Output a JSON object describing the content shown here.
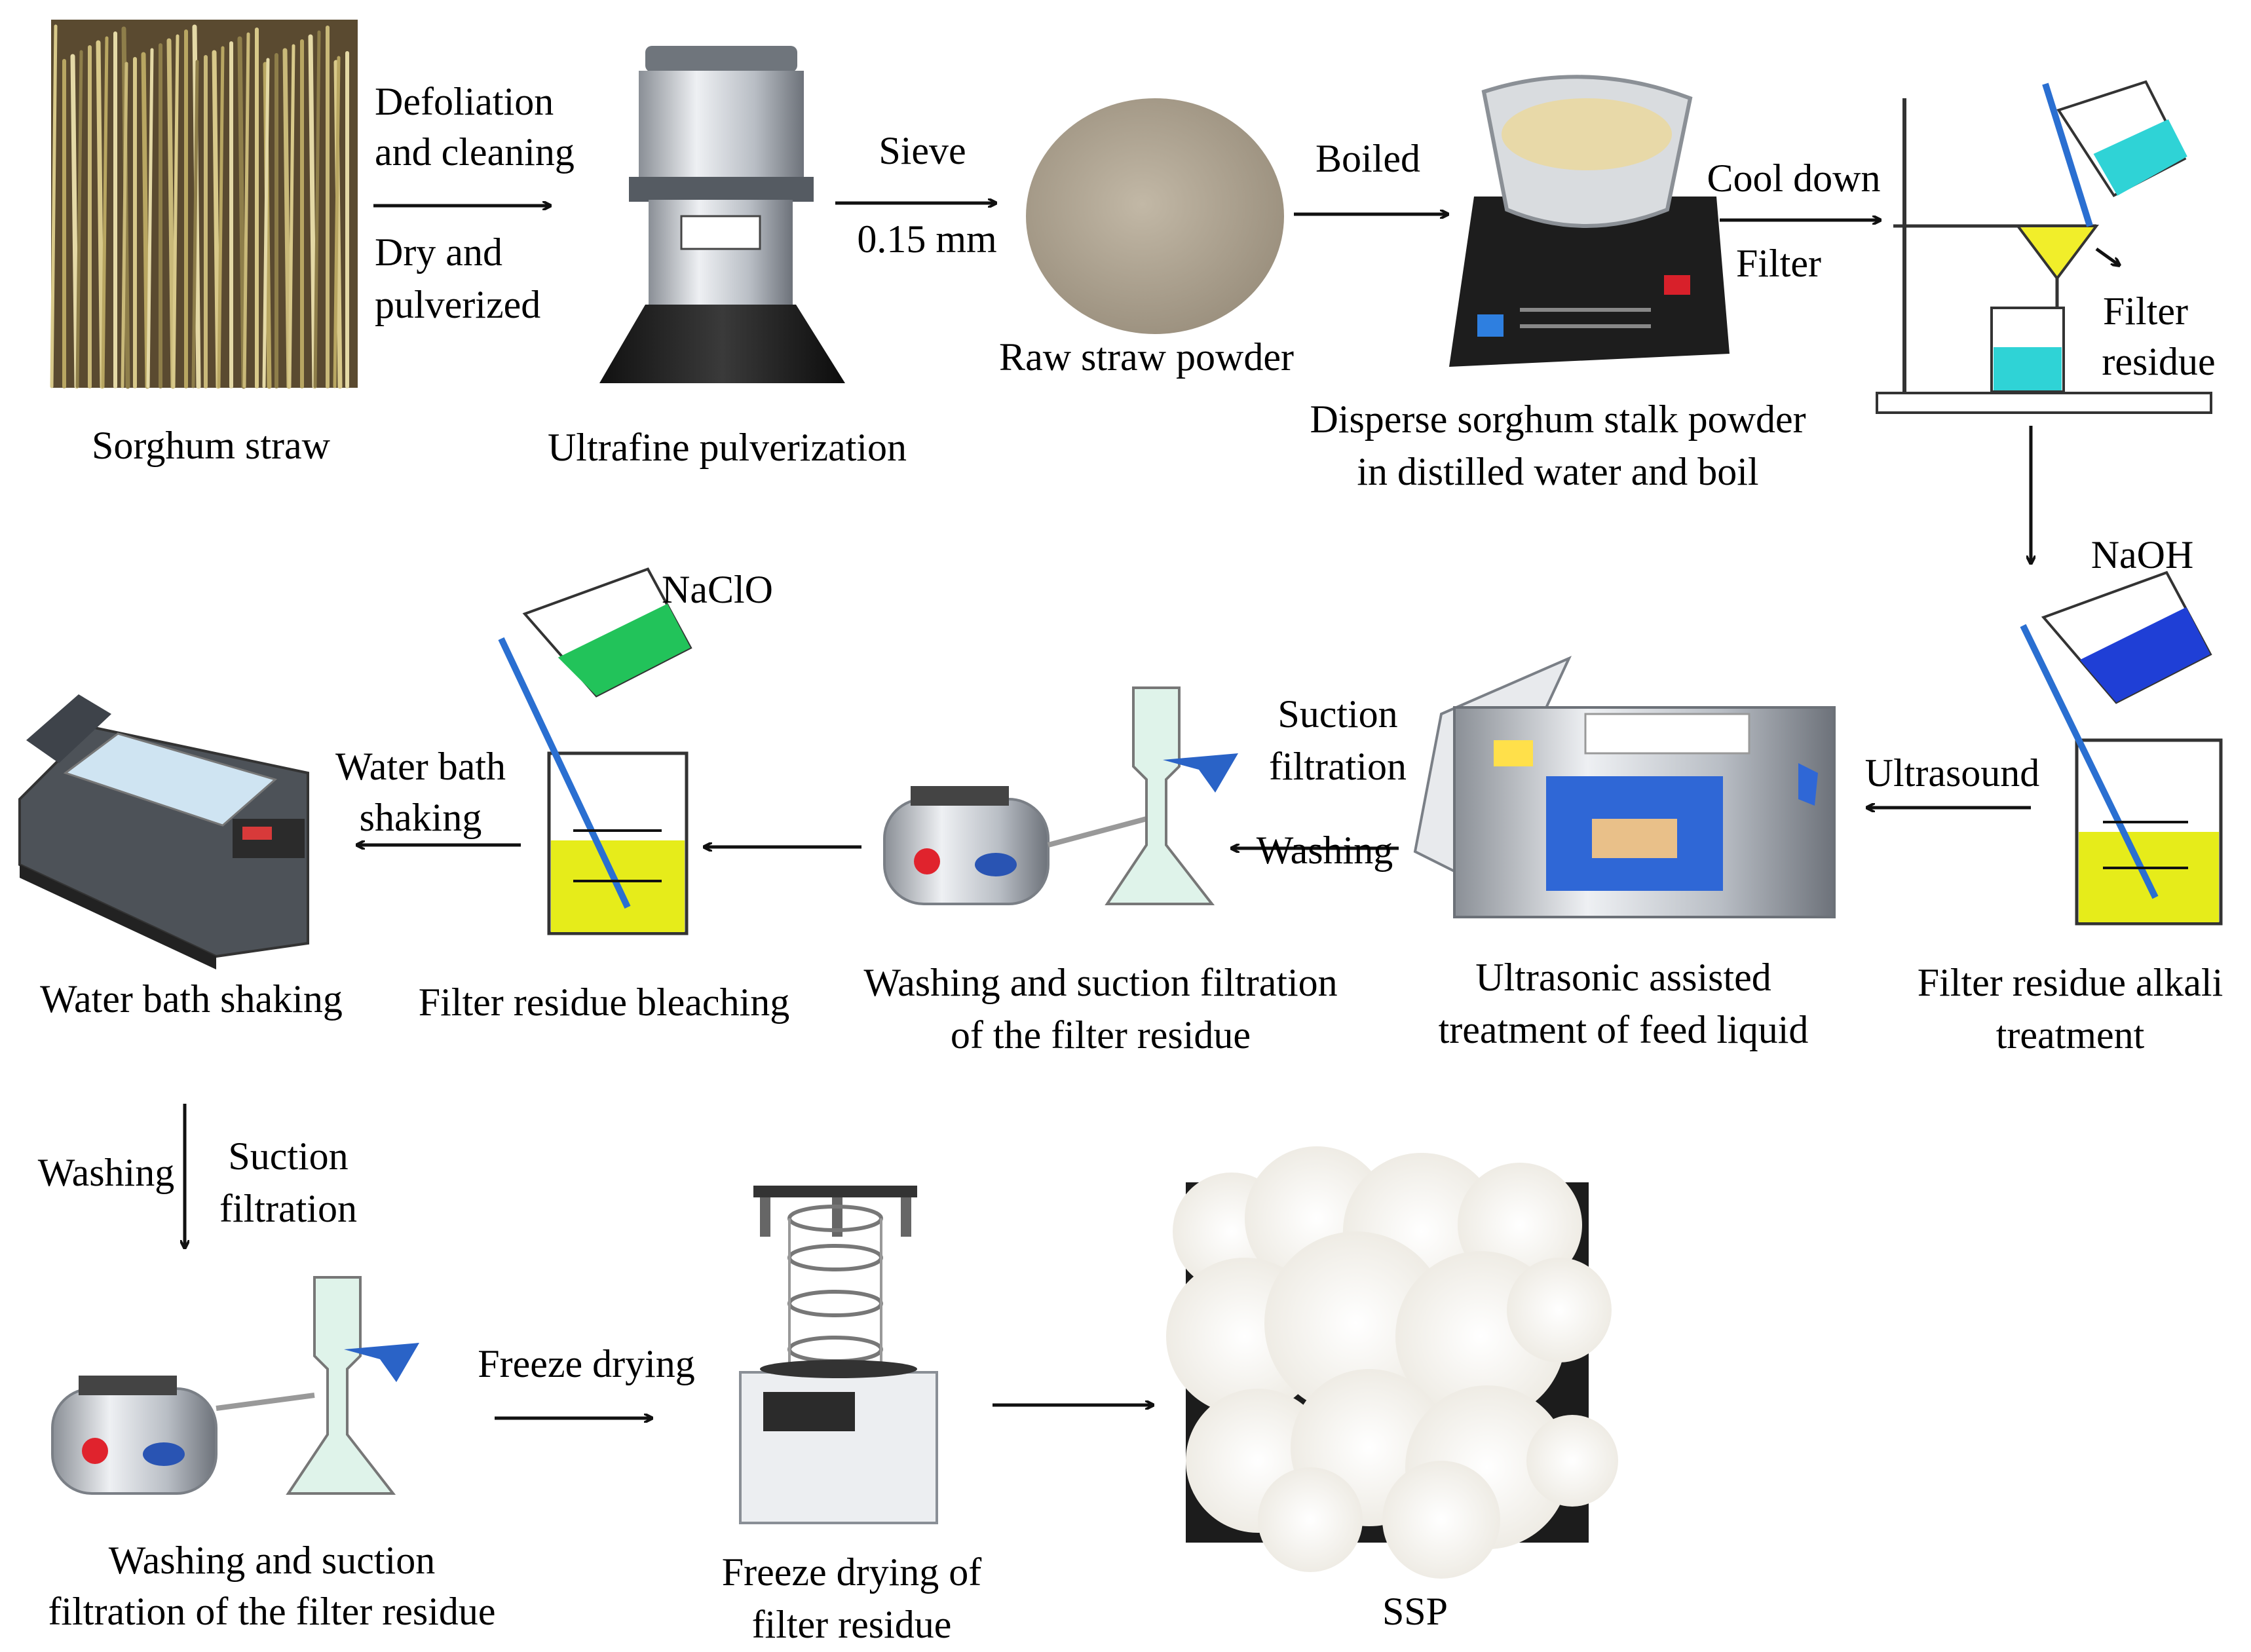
{
  "stage_captions": {
    "sorghum_straw": "Sorghum straw",
    "ultrafine_pulverization": "Ultrafine pulverization",
    "raw_straw_powder": "Raw straw powder",
    "disperse_l1": "Disperse sorghum stalk powder",
    "disperse_l2": "in distilled water and boil",
    "filter_residue_top_l1": "Filter",
    "filter_residue_top_l2": "residue",
    "alkali_l1": "Filter residue alkali",
    "alkali_l2": "treatment",
    "ultrasonic_l1": "Ultrasonic assisted",
    "ultrasonic_l2": "treatment of feed liquid",
    "wash1_l1": "Washing and suction filtration",
    "wash1_l2": "of the filter residue",
    "bleach": "Filter residue bleaching",
    "water_bath": "Water bath shaking",
    "wash2_l1": "Washing and suction",
    "wash2_l2": "filtration of the filter residue",
    "freeze_l1": "Freeze drying of",
    "freeze_l2": "filter residue",
    "ssp": "SSP"
  },
  "arrow_labels": {
    "defoliation_l1": "Defoliation",
    "defoliation_l2": "and cleaning",
    "dry_l1": "Dry and",
    "dry_l2": "pulverized",
    "sieve": "Sieve",
    "sieve_size": "0.15 mm",
    "boiled": "Boiled",
    "cool_down": "Cool down",
    "filter": "Filter",
    "naoh": "NaOH",
    "ultrasound": "Ultrasound",
    "suction_l1": "Suction",
    "suction_l2": "filtration",
    "washing": "Washing",
    "naclo": "NaClO",
    "water_bath_l1": "Water bath",
    "water_bath_l2": "shaking",
    "washing2": "Washing",
    "suction2_l1": "Suction",
    "suction2_l2": "filtration",
    "freeze_drying": "Freeze drying"
  },
  "colors": {
    "naoh_liquid": "#1f3fd6",
    "naclo_liquid": "#22c35a",
    "filtrate_cyan": "#2fd3d6",
    "yellow_liquid": "#e6ec1a",
    "stick_blue": "#2a6fd1"
  }
}
